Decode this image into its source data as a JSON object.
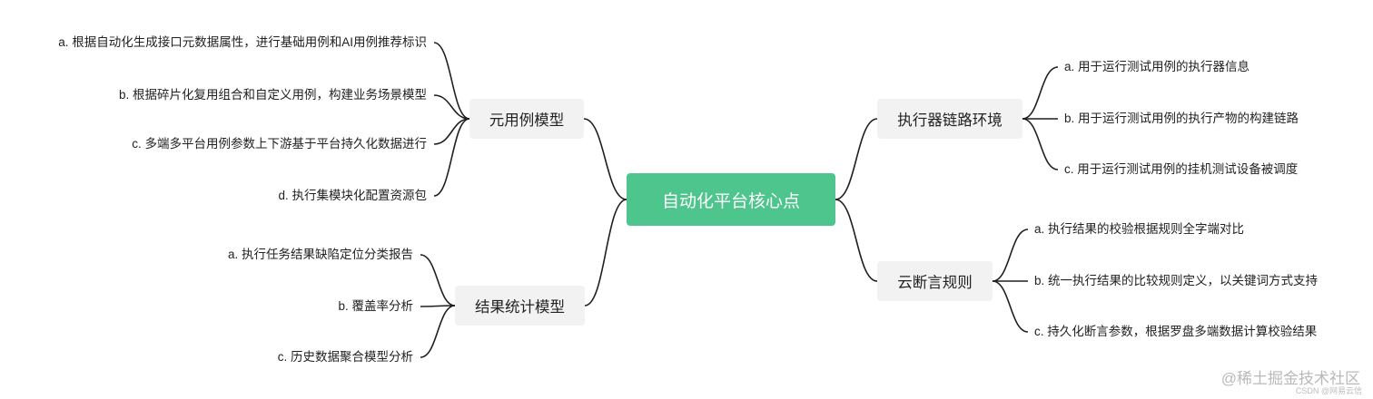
{
  "center": {
    "label": "自动化平台核心点",
    "color": "#4ec58c"
  },
  "link_color": "#1f1f1f",
  "branches": [
    {
      "label": "元用例模型",
      "leaves": [
        "a. 根据自动化生成接口元数据属性，进行基础用例和AI用例推荐标识",
        "b. 根据碎片化复用组合和自定义用例，构建业务场景模型",
        "c. 多端多平台用例参数上下游基于平台持久化数据进行",
        "d. 执行集模块化配置资源包"
      ]
    },
    {
      "label": "结果统计模型",
      "leaves": [
        "a. 执行任务结果缺陷定位分类报告",
        "b. 覆盖率分析",
        "c. 历史数据聚合模型分析"
      ]
    },
    {
      "label": "执行器链路环境",
      "leaves": [
        "a. 用于运行测试用例的执行器信息",
        "b. 用于运行测试用例的执行产物的构建链路",
        "c. 用于运行测试用例的挂机测试设备被调度"
      ]
    },
    {
      "label": "云断言规则",
      "leaves": [
        "a. 执行结果的校验根据规则全字端对比",
        "b. 统一执行结果的比较规则定义，以关键词方式支持",
        "c. 持久化断言参数，根据罗盘多端数据计算校验结果"
      ]
    }
  ],
  "watermark": "@稀土掘金技术社区",
  "credit": "CSDN @网易云信"
}
